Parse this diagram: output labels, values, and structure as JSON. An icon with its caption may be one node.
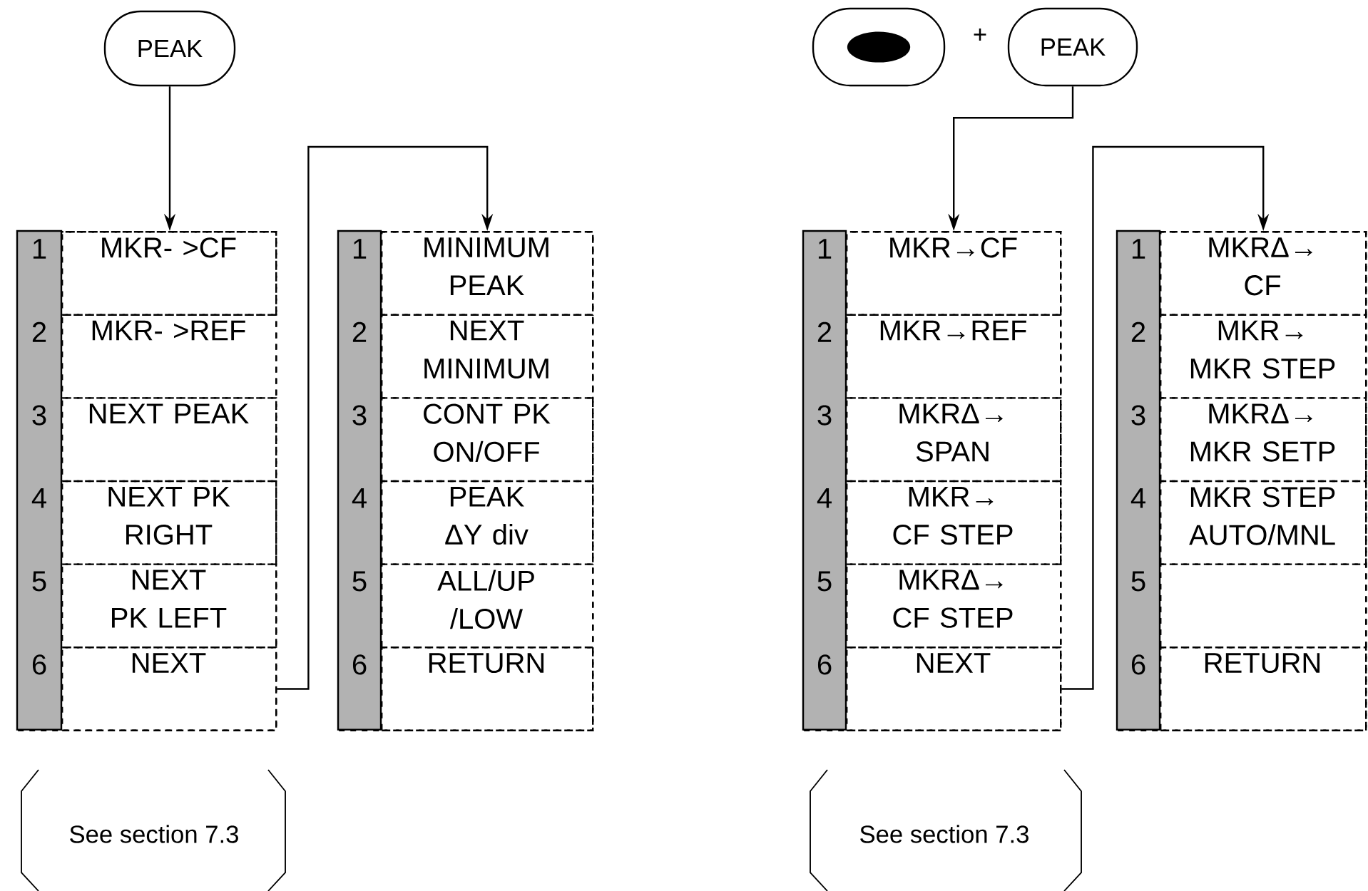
{
  "diagram": {
    "nodes": [
      {
        "text": [
          "PEAK"
        ]
      },
      {
        "text": [],
        "shape": "box"
      },
      {
        "text": [
          "1",
          "MKR- >CF"
        ],
        "in": 1
      },
      {
        "text": [
          "2",
          "MKR- >REF"
        ],
        "in": 1
      },
      {
        "text": [
          "3",
          "NEXT PEAK"
        ],
        "in": 1
      },
      {
        "text": [
          "4",
          "NEXT PK RIGHT"
        ],
        "in": 1
      },
      {
        "text": [
          "5",
          "NEXT PK LEFT"
        ],
        "in": 1
      },
      {
        "text": [
          "6",
          "NEXT"
        ],
        "in": 1
      },
      {
        "text": [],
        "shape": "box"
      },
      {
        "text": [
          "1",
          "MINIMUM PEAK"
        ],
        "in": 8
      },
      {
        "text": [
          "2",
          "NEXT MINIMUM"
        ],
        "in": 8
      },
      {
        "text": [
          "3",
          "CONT PK ON/OFF"
        ],
        "in": 8
      },
      {
        "text": [
          "4",
          "PEAK ΔY div"
        ],
        "in": 8
      },
      {
        "text": [
          "5",
          "ALL/UP /LOW"
        ],
        "in": 8
      },
      {
        "text": [
          "6",
          "RETURN"
        ],
        "in": 8
      },
      {
        "text": [],
        "shape": "oval"
      },
      {
        "text": [
          "PEAK"
        ]
      },
      {
        "text": [],
        "shape": "box"
      },
      {
        "text": [
          "1",
          "MKR→CF"
        ],
        "in": 17
      },
      {
        "text": [
          "2",
          "MKR→REF"
        ],
        "in": 17
      },
      {
        "text": [
          "3",
          "MKRΔ→ SPAN"
        ],
        "in": 17
      },
      {
        "text": [
          "4",
          "MKR→ CF STEP"
        ],
        "in": 17
      },
      {
        "text": [
          "5",
          "MKRΔ→ CF STEP"
        ],
        "in": 17
      },
      {
        "text": [
          "6",
          "NEXT"
        ],
        "in": 17
      },
      {
        "text": [],
        "shape": "box"
      },
      {
        "text": [
          "1",
          "MKRΔ→ CF"
        ],
        "in": 24
      },
      {
        "text": [
          "2",
          "MKR→ MKR STEP"
        ],
        "in": 24
      },
      {
        "text": [
          "3",
          "MKRΔ→ MKR SETP"
        ],
        "in": 24
      },
      {
        "text": [
          "4",
          "MKR STEP AUTO/MNL"
        ],
        "in": 24
      },
      {
        "text": [
          "5"
        ],
        "in": 24
      },
      {
        "text": [
          "6",
          "RETURN"
        ],
        "in": 24
      }
    ],
    "edges": [
      {
        "from": 0,
        "to": 2,
        "arrow": "to"
      },
      {
        "from": 7,
        "to": 9,
        "arrow": "to"
      },
      {
        "from": 16,
        "to": 18,
        "arrow": "to"
      },
      {
        "from": 23,
        "to": 25,
        "arrow": "to"
      }
    ],
    "labels": [
      "+",
      "See section 7.3",
      "See section 7.3"
    ]
  }
}
